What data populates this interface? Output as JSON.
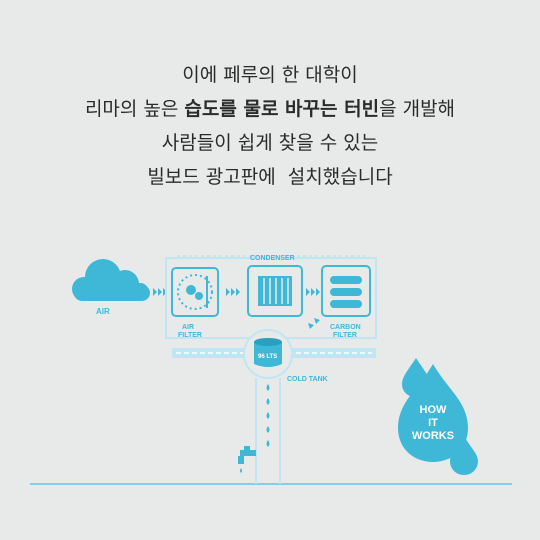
{
  "caption": {
    "line1": "이에 페루의 한 대학이",
    "line2_pre": "리마의 높은 ",
    "line2_bold": "습도를 물로 바꾸는 터빈",
    "line2_post": "을 개발해",
    "line3": "사람들이 쉽게 찾을 수 있는",
    "line4": "빌보드 광고판에  설치했습니다"
  },
  "diagram": {
    "air": "AIR",
    "condenser": "CONDENSER",
    "air_filter_1": "AIR",
    "air_filter_2": "FILTER",
    "carbon_filter_1": "CARBON",
    "carbon_filter_2": "FILTER",
    "tank_volume": "96 LTS",
    "cold_tank": "COLD TANK",
    "how_1": "HOW",
    "how_2": "IT",
    "how_3": "WORKS"
  },
  "colors": {
    "accent": "#3fb8d8",
    "accent_light": "#bfe6f2",
    "text": "#2b2b2b",
    "background": "#e8eaea"
  }
}
